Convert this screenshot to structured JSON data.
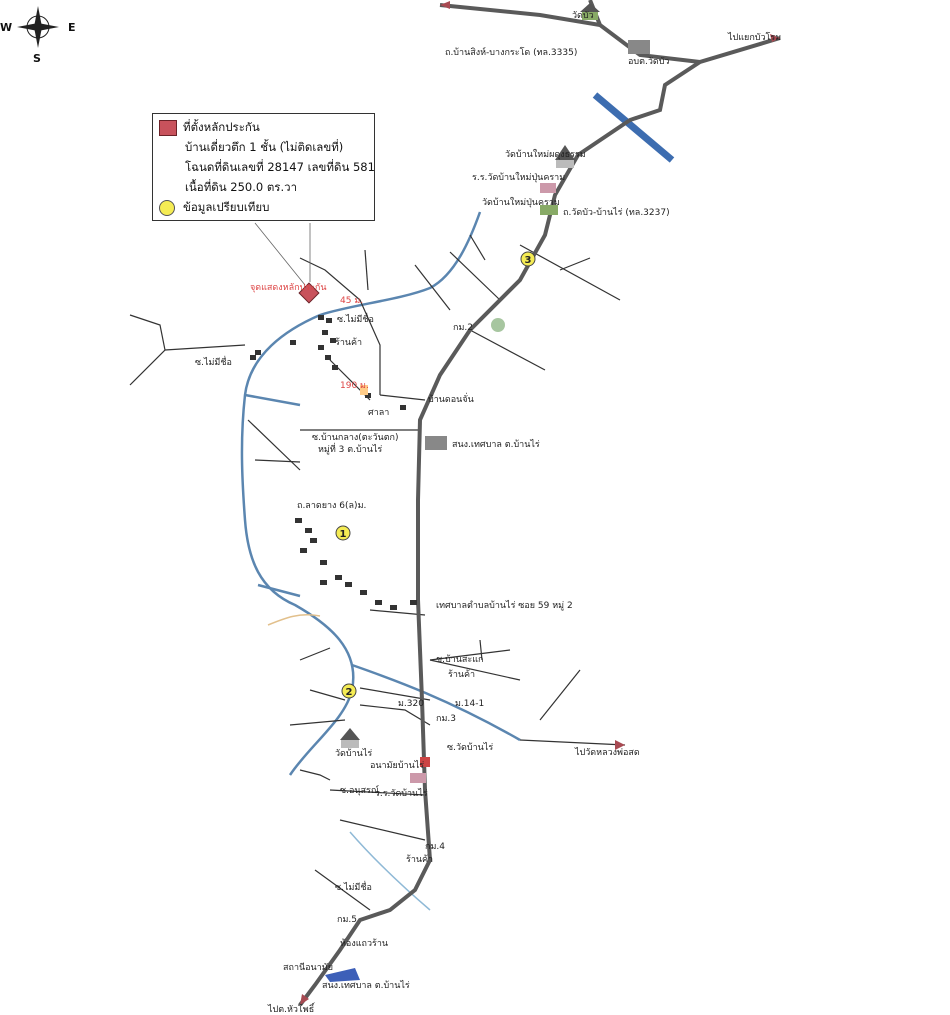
{
  "compass": {
    "north": "",
    "east": "E",
    "south": "S",
    "west": "W"
  },
  "legend": {
    "collateral_label": "ที่ตั้งหลักประกัน",
    "line2": "บ้านเดี่ยวตึก 1 ชั้น (ไม่ติดเลขที่)",
    "line3": "โฉนดที่ดินเลขที่ 28147 เลขที่ดิน 581",
    "line4": "เนื้อที่ดิน 250.0 ตร.วา",
    "comparison_label": "ข้อมูลเปรียบเทียบ",
    "collateral_color": "#c8525c",
    "comparison_color": "#f5ec54"
  },
  "labels": {
    "road_3335": "ถ.บ้านสิงห์-บางกระโด (ทล.3335)",
    "to_north": "ไปแยกบัวโรม",
    "wat_temple": "วัดบัว",
    "aobt": "อบต.วัดบัว",
    "road_3237": "ถ.วัดบัว-บ้านไร่ (ทล.3237)",
    "school_1": "ร.ร.วัดบ้านใหม่ปุ่นคราม",
    "temple_2": "วัดบ้านใหม่ปุ่นคราม",
    "temple_3": "วัดบ้านใหม่ผดุงธรรม",
    "km2": "กม.2",
    "soi_maiyue": "ซ.ไม่มีชื่อ",
    "soi_maiyue2": "ซ.ไม่มีชื่อ",
    "shop": "ร้านค้า",
    "dist_45": "45 ม.",
    "dist_190": "190 ม.",
    "collateral_tag": "จุดแสดงหลักประกัน",
    "sala": "ศาลา",
    "bannonngjan": "บ้านดอนจั่น",
    "soi_bankhlang": "ซ.บ้านกลาง(ตะวันตก)",
    "moo3": "หมู่ที่ 3 ต.บ้านไร่",
    "health_center": "สนง.เทศบาล ต.บ้านไร่",
    "soi_lamaueng": "ถ.ลาดยาง 6(ล)ม.",
    "soi_59": "เทศบาลตำบลบ้านไร่ ซอย 59 หมู่ 2",
    "cho_nak": "ช.บ้านสะแก",
    "shop2": "ร้านค้า",
    "km3": "กม.3",
    "b320": "ม.320",
    "b141": "ม.14-1",
    "soi_wat": "ซ.วัดบ้านไร่",
    "wat_banrai": "วัดบ้านไร่",
    "anamai": "อนามัยบ้านไร่",
    "school_banrai": "ร.ร.วัดบ้านไร่",
    "soi_noraj": "ซ.อนุสรณ์",
    "km4": "กม.4",
    "shop3": "ร้านค้า",
    "soi_mai": "ซ.ไม่มีชื่อ",
    "km5": "กม.5",
    "to_east": "ไปวัดหลวงพ่อสด",
    "to_south": "ไปต.หัวโพธิ์",
    "sanakngan": "สนง.เทศบาล ต.บ้านไร่",
    "hongkwan": "ห้องแถวร้าน",
    "sathani": "สถานีอนามัย",
    "mark1": "1",
    "mark2": "2",
    "mark3": "3"
  },
  "colors": {
    "main_road": "#555555",
    "river": "#5b86b0",
    "water_body": "#3d6db0",
    "collateral": "#c8525c",
    "marker": "#f5ec54",
    "arrow": "#a84a52"
  },
  "icons": [
    "compass-icon",
    "temple-icon",
    "school-icon",
    "office-icon",
    "house-icon",
    "arrow-icon"
  ]
}
